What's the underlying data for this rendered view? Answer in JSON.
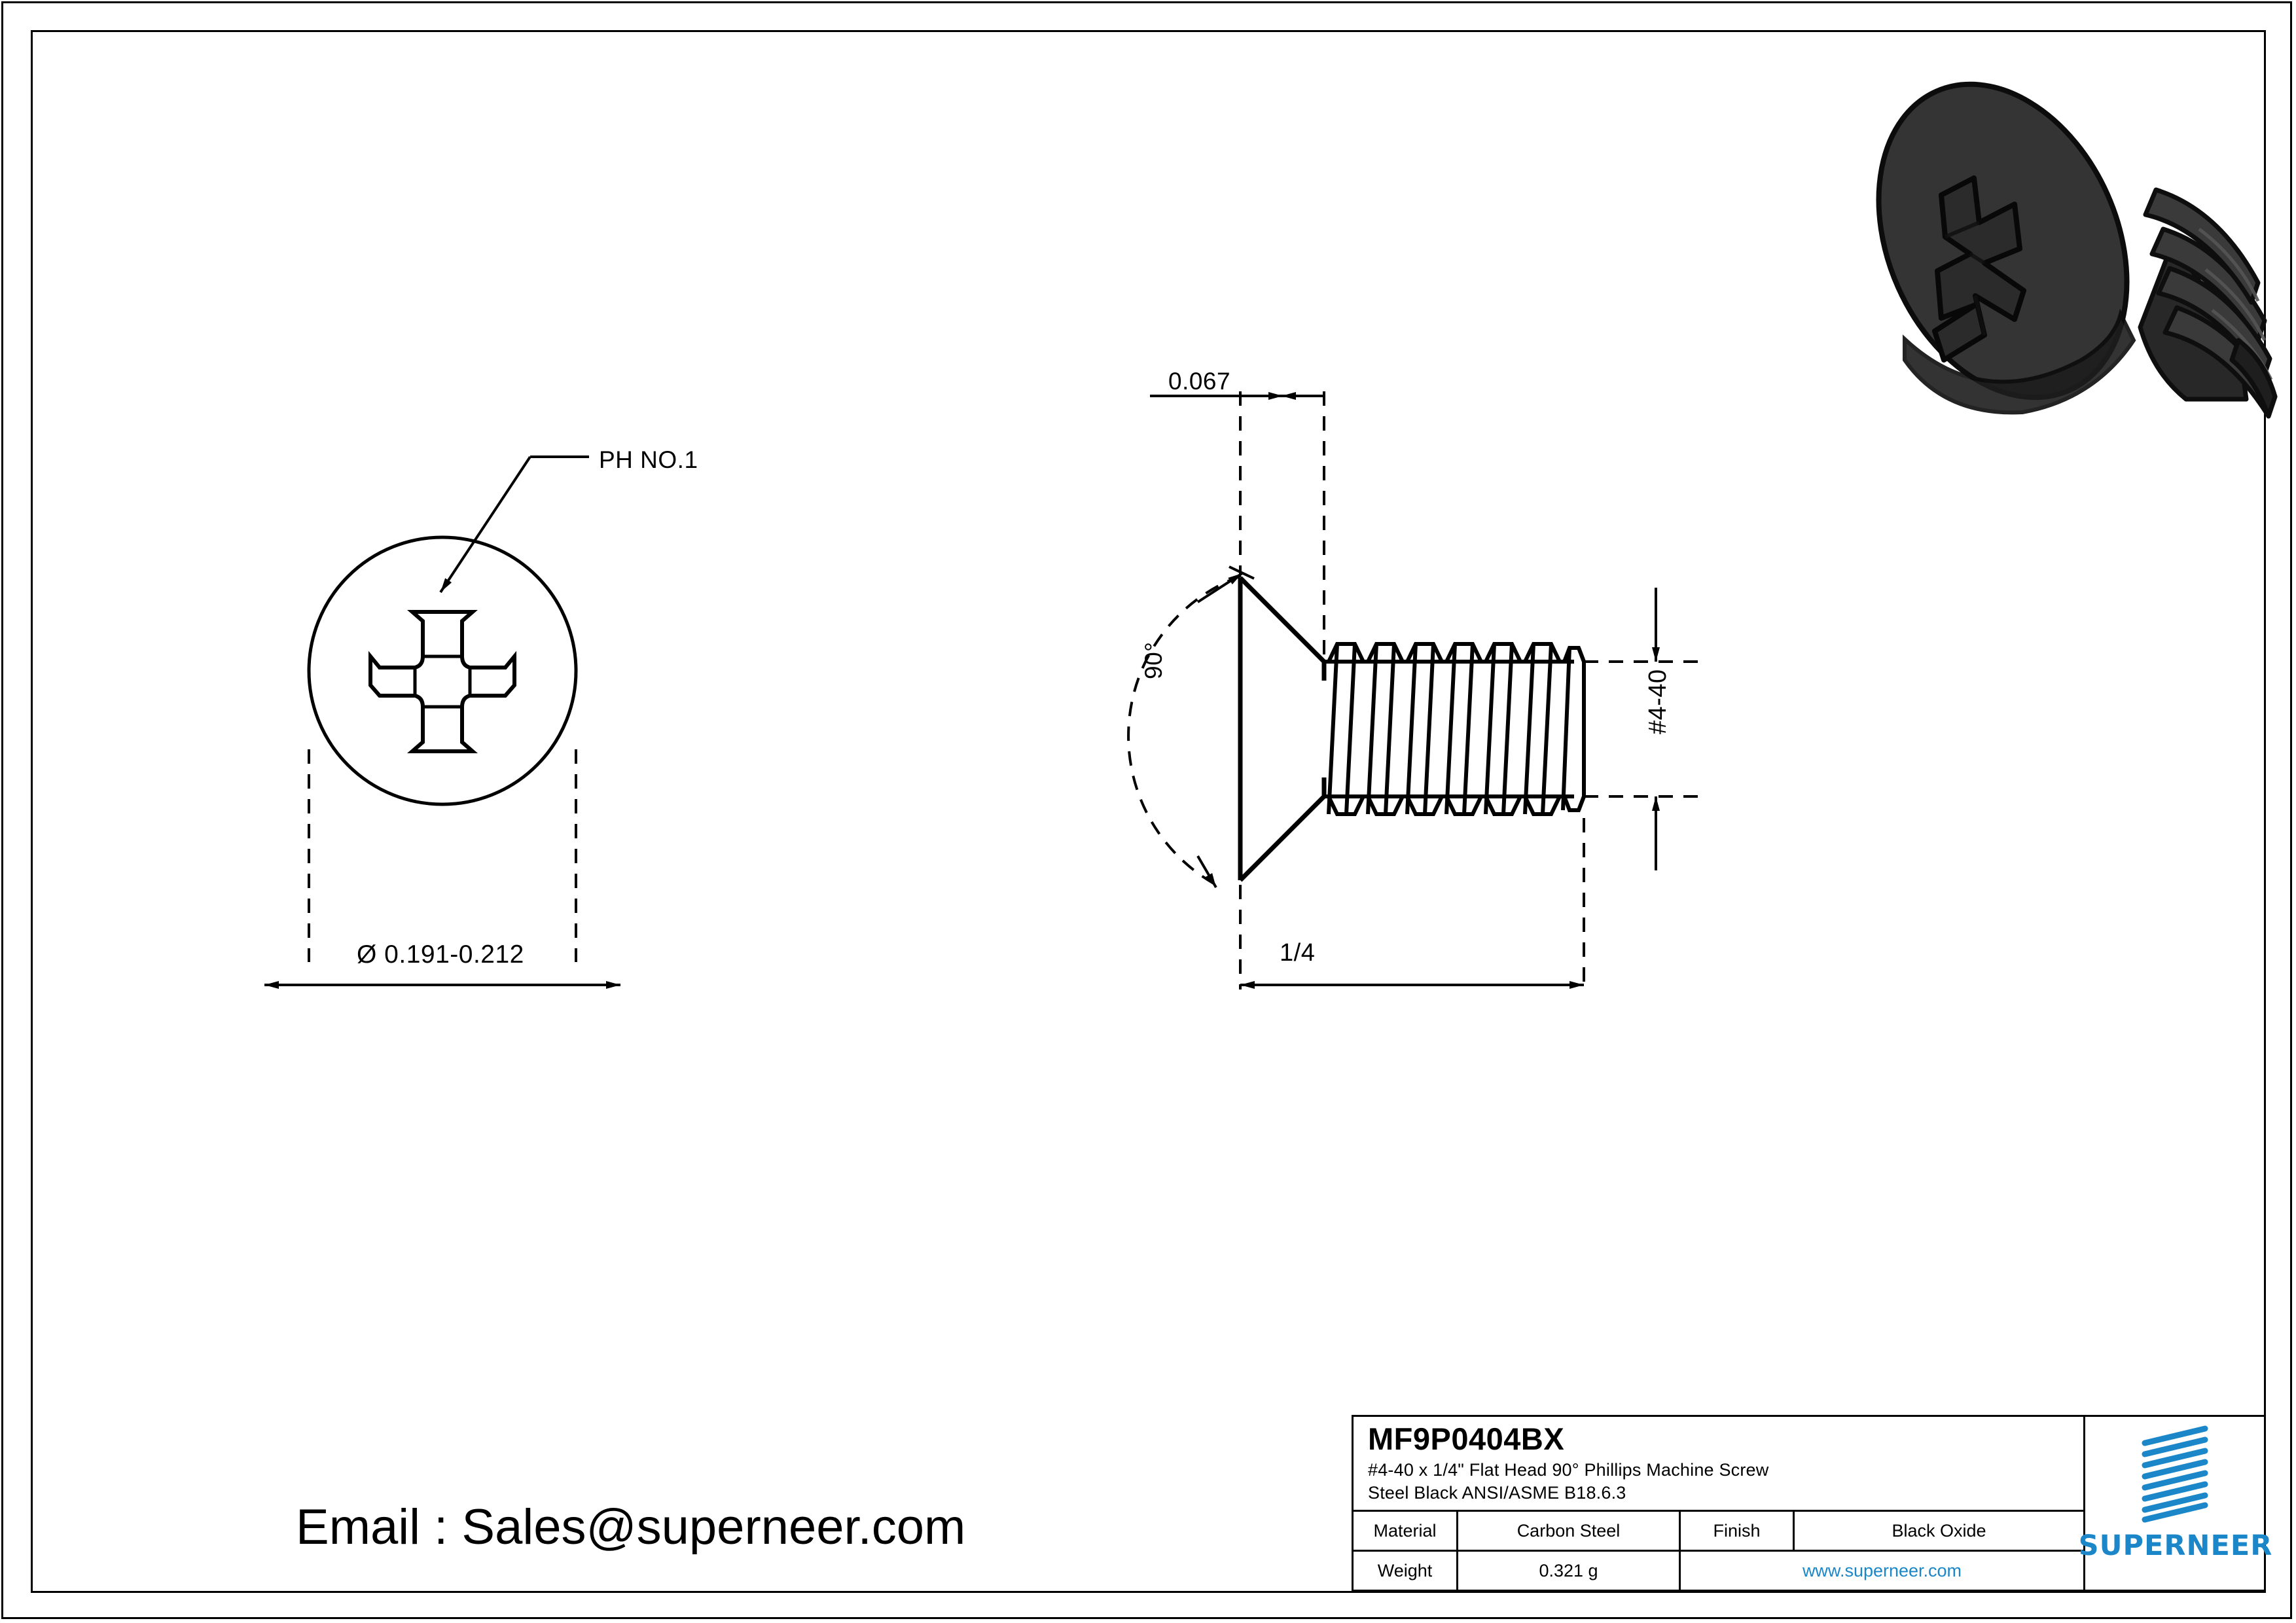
{
  "drawing": {
    "views": {
      "front_view": {
        "name": "head-top-view",
        "leader_label": "PH NO.1",
        "diameter_dimension": "Ø 0.191-0.212"
      },
      "side_view": {
        "name": "side-section-view",
        "head_height_dimension": "0.067",
        "head_angle_dimension": "90°",
        "thread_size_dimension": "#4-40",
        "length_dimension": "1/4"
      }
    },
    "isometric_render": {
      "name": "screw-3d-render",
      "description": "flat head phillips machine screw",
      "body_color": "#303030",
      "outline_color": "#111111"
    }
  },
  "contact": {
    "email_line": "Email : Sales@superneer.com"
  },
  "title_block": {
    "part_number": "MF9P0404BX",
    "description_line1": "#4-40 x 1/4\" Flat Head 90°  Phillips Machine Screw",
    "description_line2": "Steel Black ANSI/ASME B18.6.3",
    "fields": {
      "material_label": "Material",
      "material_value": "Carbon Steel",
      "finish_label": "Finish",
      "finish_value": "Black Oxide",
      "weight_label": "Weight",
      "weight_value": "0.321 g",
      "website": "www.superneer.com"
    },
    "brand": {
      "name": "SUPERNEER",
      "color": "#1b87c9"
    }
  }
}
